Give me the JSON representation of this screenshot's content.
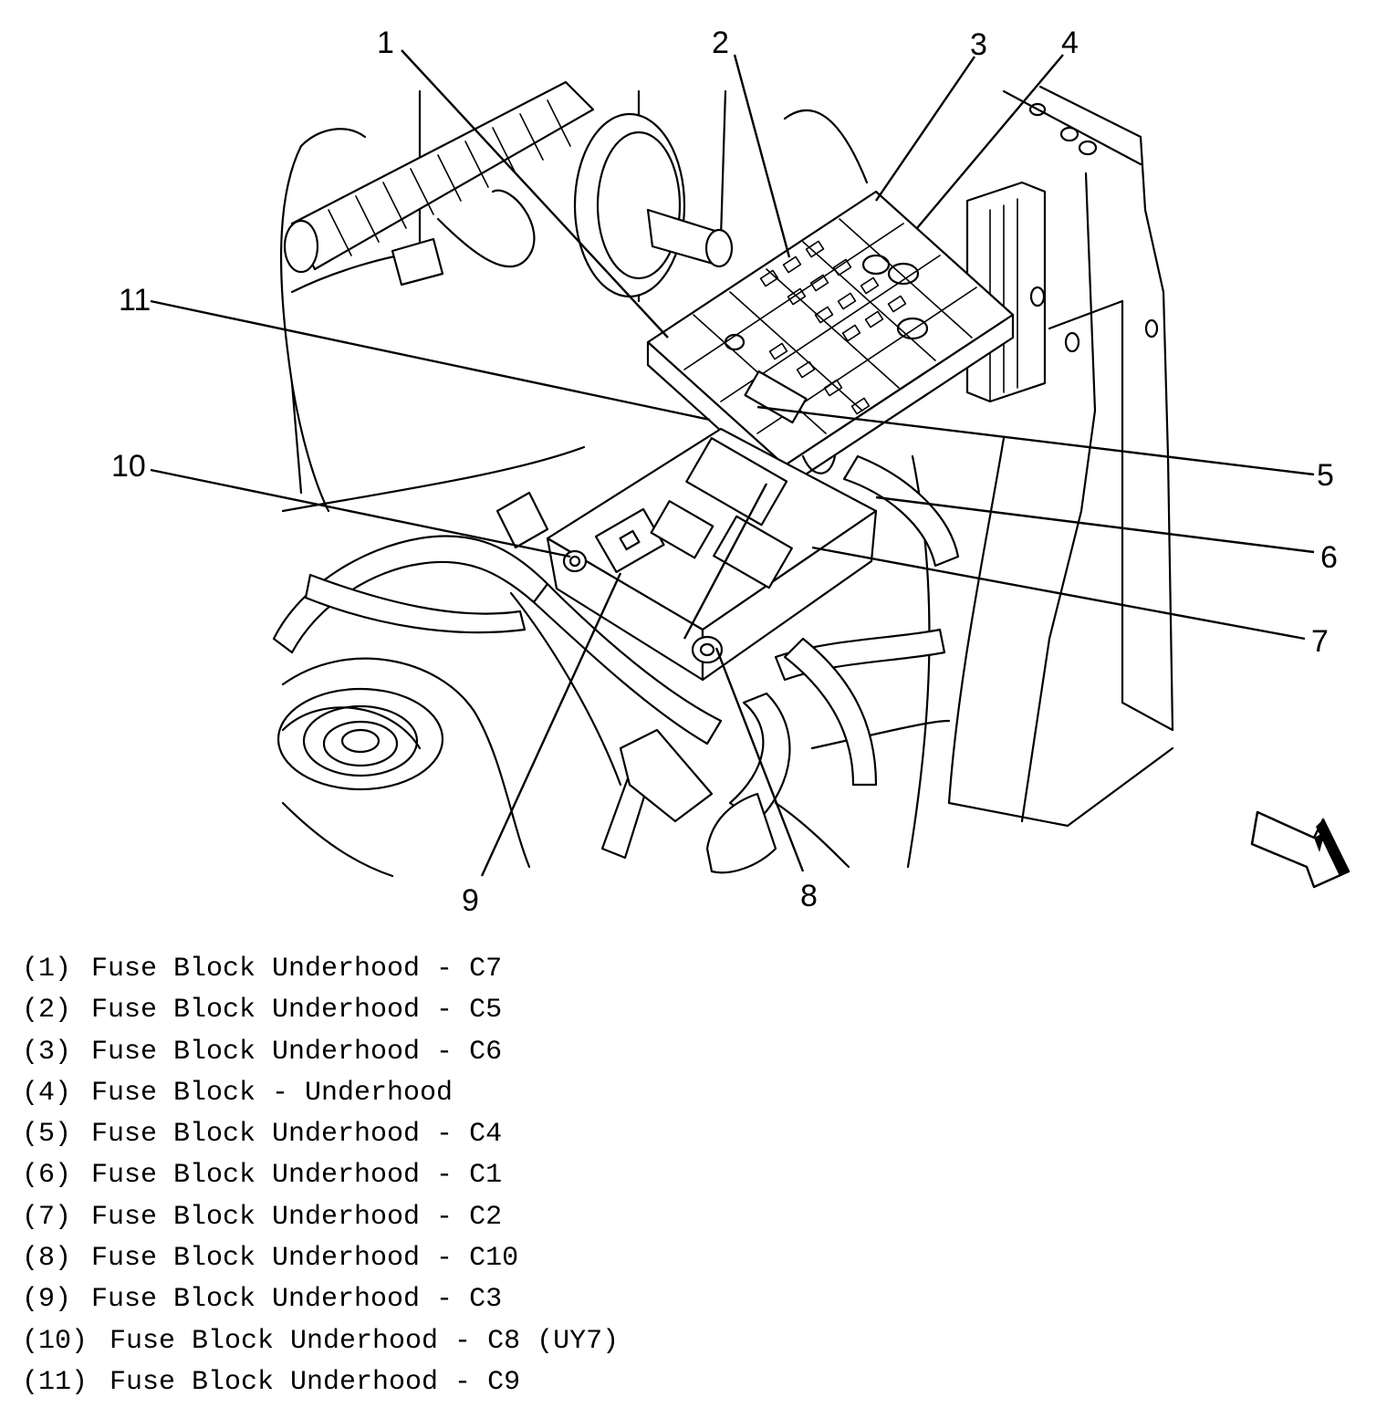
{
  "callouts": [
    {
      "id": 1,
      "label": "1"
    },
    {
      "id": 2,
      "label": "2"
    },
    {
      "id": 3,
      "label": "3"
    },
    {
      "id": 4,
      "label": "4"
    },
    {
      "id": 5,
      "label": "5"
    },
    {
      "id": 6,
      "label": "6"
    },
    {
      "id": 7,
      "label": "7"
    },
    {
      "id": 8,
      "label": "8"
    },
    {
      "id": 9,
      "label": "9"
    },
    {
      "id": 10,
      "label": "10"
    },
    {
      "id": 11,
      "label": "11"
    }
  ],
  "legend": [
    {
      "num": "(1)",
      "text": "Fuse Block Underhood - C7"
    },
    {
      "num": "(2)",
      "text": "Fuse Block Underhood - C5"
    },
    {
      "num": "(3)",
      "text": "Fuse Block Underhood - C6"
    },
    {
      "num": "(4)",
      "text": "Fuse Block - Underhood"
    },
    {
      "num": "(5)",
      "text": "Fuse Block Underhood - C4"
    },
    {
      "num": "(6)",
      "text": "Fuse Block Underhood - C1"
    },
    {
      "num": "(7)",
      "text": "Fuse Block Underhood - C2"
    },
    {
      "num": "(8)",
      "text": "Fuse Block Underhood - C10"
    },
    {
      "num": "(9)",
      "text": "Fuse Block Underhood - C3"
    },
    {
      "num": "(10)",
      "text": "Fuse Block Underhood - C8 (UY7)"
    },
    {
      "num": "(11)",
      "text": "Fuse Block Underhood - C9"
    }
  ],
  "icons": [
    "direction-arrow-icon"
  ]
}
